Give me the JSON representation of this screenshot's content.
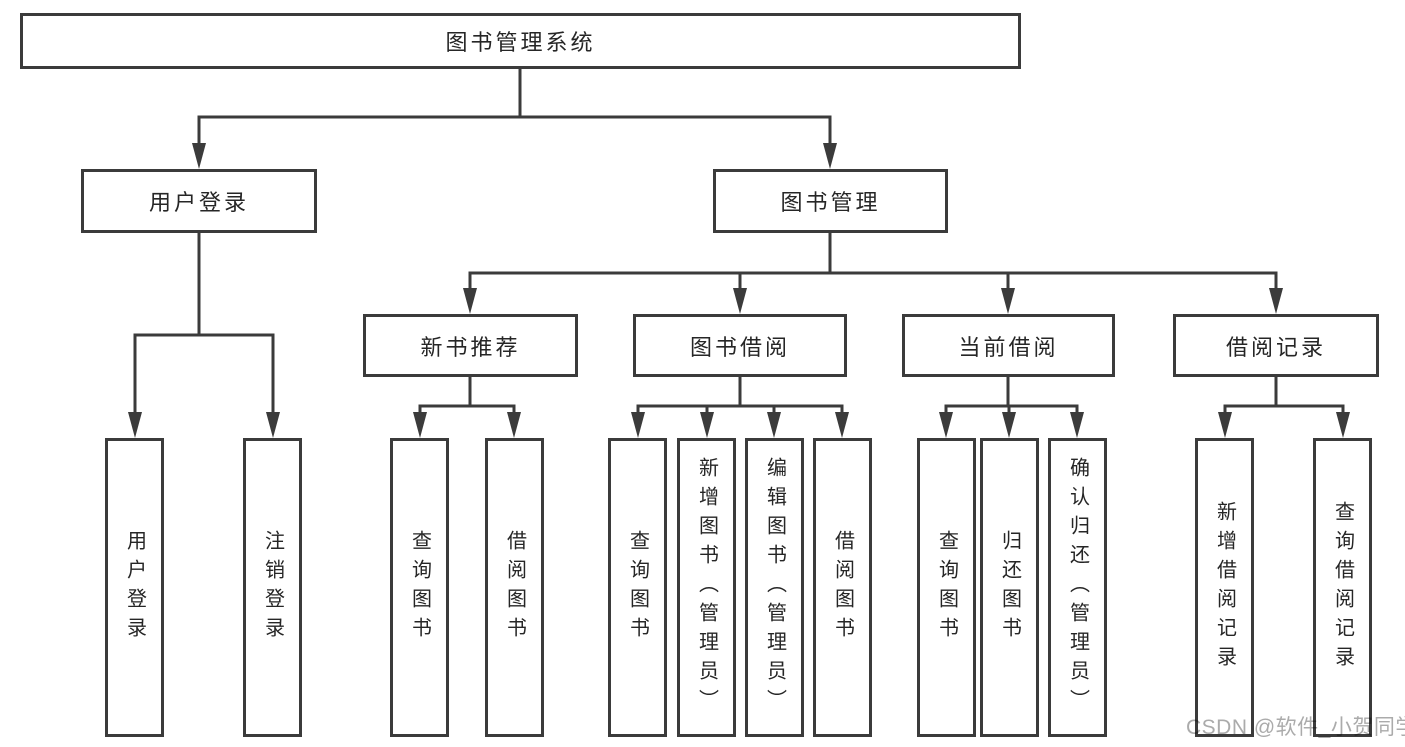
{
  "colors": {
    "background": "#ffffff",
    "line": "#3b3b3b",
    "box_border": "#3b3b3b",
    "text": "#262626",
    "watermark": "#ababab"
  },
  "watermark": {
    "text": "CSDN @软件_小贺同学"
  },
  "tree": {
    "root": {
      "label": "图书管理系统"
    },
    "children": [
      {
        "label": "用户登录",
        "children": [
          {
            "label": "用户登录"
          },
          {
            "label": "注销登录"
          }
        ]
      },
      {
        "label": "图书管理",
        "children": [
          {
            "label": "新书推荐",
            "children": [
              {
                "label": "查询图书"
              },
              {
                "label": "借阅图书"
              }
            ]
          },
          {
            "label": "图书借阅",
            "children": [
              {
                "label": "查询图书"
              },
              {
                "label": "新增图书（管理员）"
              },
              {
                "label": "编辑图书（管理员）"
              },
              {
                "label": "借阅图书"
              }
            ]
          },
          {
            "label": "当前借阅",
            "children": [
              {
                "label": "查询图书"
              },
              {
                "label": "归还图书"
              },
              {
                "label": "确认归还（管理员）"
              }
            ]
          },
          {
            "label": "借阅记录",
            "children": [
              {
                "label": "新增借阅记录"
              },
              {
                "label": "查询借阅记录"
              }
            ]
          }
        ]
      }
    ]
  }
}
